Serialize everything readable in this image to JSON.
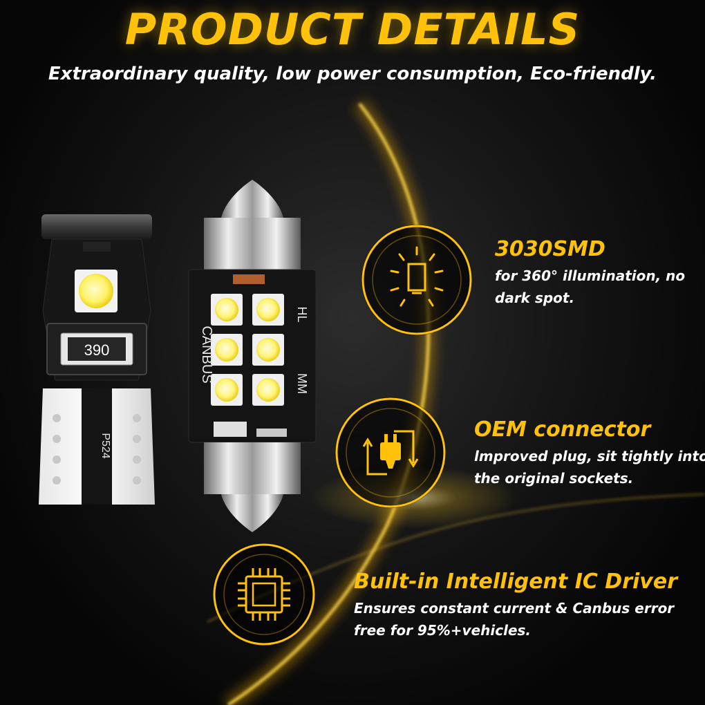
{
  "header": {
    "title": "PRODUCT DETAILS",
    "subtitle": "Extraordinary quality, low power consumption, Eco-friendly."
  },
  "colors": {
    "accent": "#ffc10a",
    "background": "#0a0a0a",
    "text": "#ffffff"
  },
  "products": {
    "wedge_bulb": {
      "resistor_label": "390",
      "board_label": "P524"
    },
    "festoon_bulb": {
      "left_label": "CANBUS",
      "right_top_label": "HL",
      "right_bottom_label": "MM"
    }
  },
  "features": [
    {
      "icon": "bulb-icon",
      "title": "3030SMD",
      "description_lines": [
        "for 360° illumination, no",
        "dark spot."
      ]
    },
    {
      "icon": "plug-icon",
      "title": "OEM connector",
      "description_lines": [
        "lmproved plug, sit tightly into",
        "the original sockets."
      ]
    },
    {
      "icon": "chip-icon",
      "title": "Built-in Intelligent IC Driver",
      "description_lines": [
        "Ensures constant current & Canbus error",
        "free for 95%+vehicles."
      ]
    }
  ]
}
